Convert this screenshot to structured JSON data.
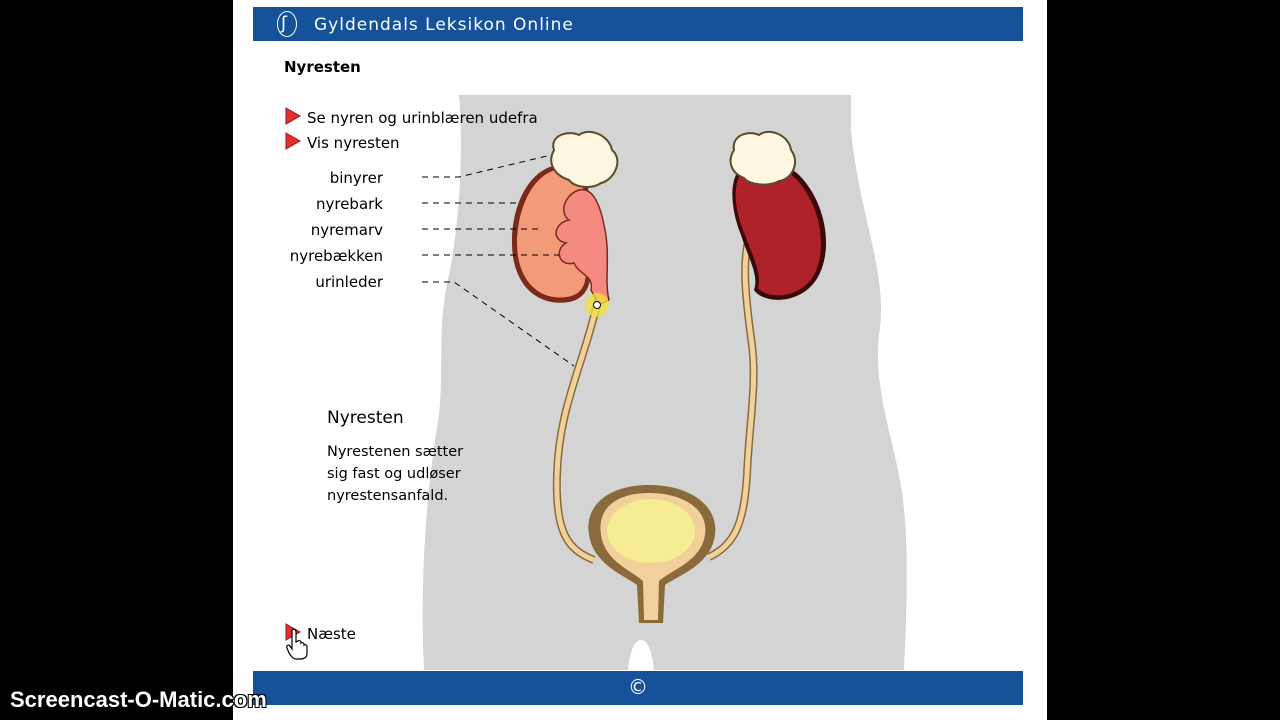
{
  "app": {
    "header_title": "Gyldendals Leksikon Online",
    "footer_symbol": "©"
  },
  "page_title": "Nyresten",
  "menu": [
    {
      "label": "Se nyren og urinblæren udefra",
      "icon": "red-triangle-icon"
    },
    {
      "label": "Vis nyresten",
      "icon": "red-triangle-icon"
    }
  ],
  "anatomy_labels": [
    "binyrer",
    "nyrebark",
    "nyremarv",
    "nyrebækken",
    "urinleder"
  ],
  "info": {
    "title": "Nyresten",
    "lines": [
      "Nyrestenen sætter",
      "sig fast og udløser",
      "nyrestensanfald."
    ]
  },
  "next_label": "Næste",
  "watermark": "Screencast-O-Matic.com",
  "colors": {
    "header_bg": "#15529a",
    "body_silhouette": "#d4d4d4",
    "kidney_left": "#f39a78",
    "kidney_right": "#b0222a",
    "ureter": "#f2d09c",
    "bladder": "#f6ec94",
    "stone_highlight": "#f2e23a"
  }
}
